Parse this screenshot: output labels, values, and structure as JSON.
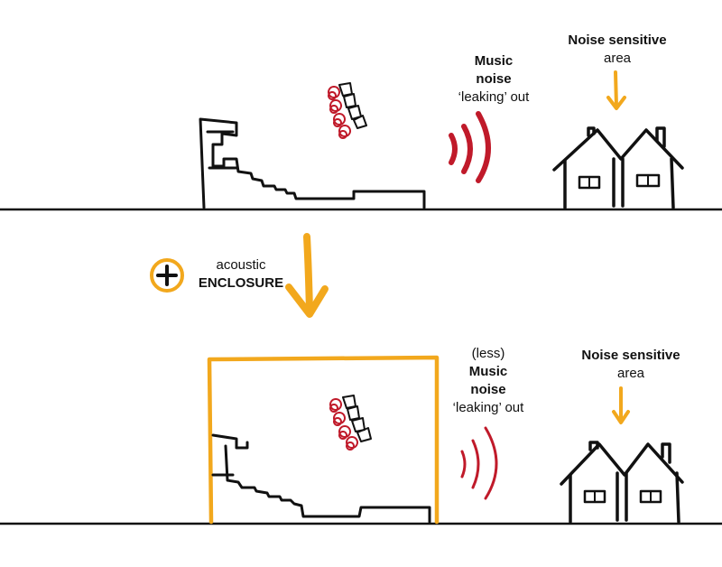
{
  "colors": {
    "ink": "#111111",
    "noise_red": "#c01a2a",
    "accent_orange": "#f2a81d",
    "background": "#ffffff"
  },
  "top_scene": {
    "music_label_line1": "Music",
    "music_label_line2": "noise",
    "music_label_line3": "‘leaking’ out",
    "sensitive_label_line1": "Noise sensitive",
    "sensitive_label_line2": "area"
  },
  "transition": {
    "plus_label_line1": "acoustic",
    "plus_label_line2": "ENCLOSURE",
    "icons": [
      "plus-circle-icon",
      "down-arrow-icon"
    ]
  },
  "bottom_scene": {
    "music_label_line0": "(less)",
    "music_label_line1": "Music",
    "music_label_line2": "noise",
    "music_label_line3": "‘leaking’ out",
    "sensitive_label_line1": "Noise sensitive",
    "sensitive_label_line2": "area"
  },
  "icons": [
    "stage-icon",
    "speaker-array-icon",
    "sound-waves-icon",
    "houses-icon",
    "orange-arrow-icon",
    "enclosure-frame"
  ]
}
